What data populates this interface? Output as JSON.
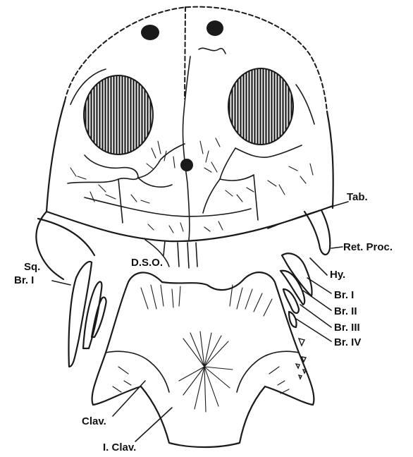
{
  "colors": {
    "ink": "#1a1a1a",
    "paper": "#ffffff"
  },
  "labels": {
    "tab": "Tab.",
    "ret_proc": "Ret. Proc.",
    "sq": "Sq.",
    "dso": "D.S.O.",
    "hy": "Hy.",
    "br1_left": "Br. I",
    "br1_right": "Br. I",
    "br2": "Br. II",
    "br3": "Br. III",
    "br4": "Br. IV",
    "clav": "Clav.",
    "iclav": "I. Clav."
  }
}
